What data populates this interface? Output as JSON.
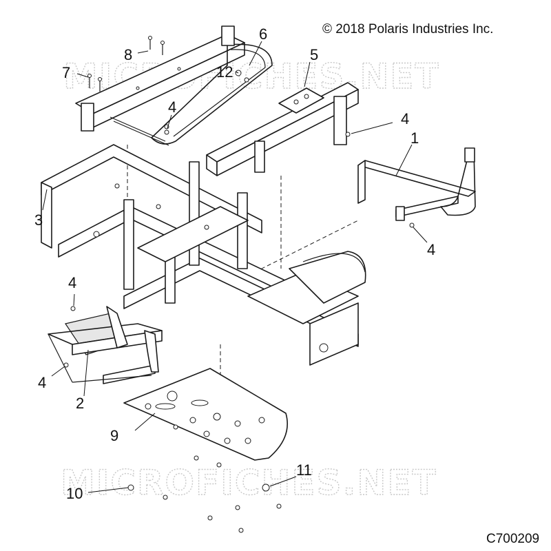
{
  "copyright": "© 2018 Polaris Industries Inc.",
  "figure_code": "C700209",
  "watermark": "MICROFICHES.NET",
  "callouts": [
    "1",
    "2",
    "3",
    "4",
    "5",
    "6",
    "7",
    "8",
    "9",
    "10",
    "11",
    "12"
  ]
}
